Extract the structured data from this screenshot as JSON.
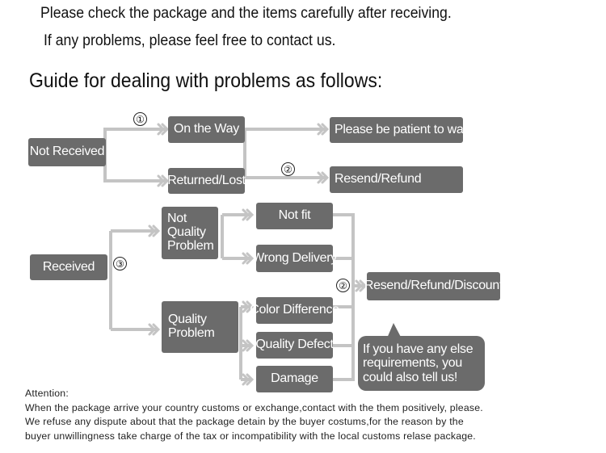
{
  "header": {
    "line1": "Please check the package and the items carefully after receiving.",
    "line2": "If any problems, please feel free to contact us.",
    "title": "Guide for dealing with problems as follows:"
  },
  "diagram": {
    "not_received": "Not Received",
    "on_the_way": "On the Way",
    "returned_lost": "Returned/Lost",
    "be_patient": "Please be patient to wait",
    "resend_refund": "Resend/Refund",
    "received": "Received",
    "not_quality_problem": "Not Quality Problem",
    "quality_problem": "Quality Problem",
    "not_fit": "Not fit",
    "wrong_delivery": "Wrong Delivery",
    "color_difference": "Color Difference",
    "quality_defect": "Quality Defect",
    "damage": "Damage",
    "resend_refund_discount": "Resend/Refund/Discount",
    "callout": "If you have any else requirements, you could also tell us!",
    "num1": "①",
    "num2": "②",
    "num3": "③"
  },
  "attention": {
    "heading": "Attention:",
    "line1": "When the package arrive your country customs or exchange,contact with the them positively, please.",
    "line2": "We refuse any dispute about that the package detain by the buyer costums,for the reason by the",
    "line3": "buyer unwillingness take charge of the tax or incompatibility with the local customs relase package."
  },
  "colors": {
    "box": "#6b6b6b",
    "line": "#c4c4c4"
  }
}
